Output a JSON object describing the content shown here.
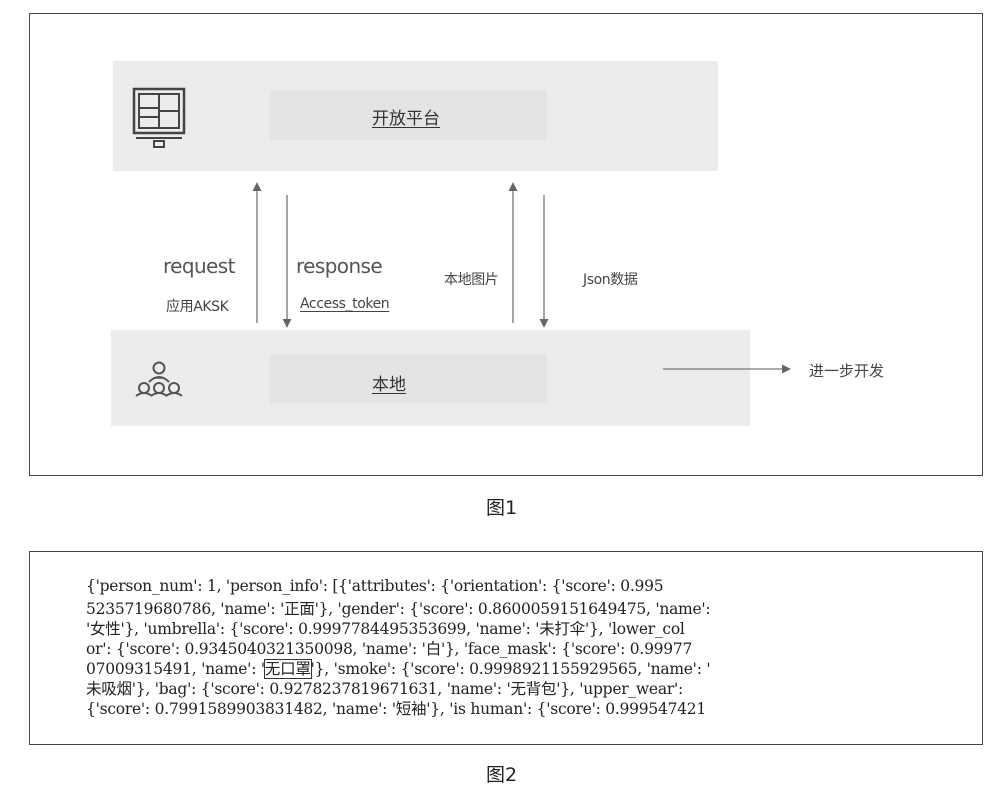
{
  "figure1": {
    "caption": "图1",
    "platform_label": "开放平台",
    "local_label": "本地",
    "request_label": "request",
    "request_sub": "应用AKSK",
    "response_label": "response",
    "response_sub": "Access_token",
    "local_image_label": "本地图片",
    "json_label": "Json数据",
    "next_step_label": "进一步开发",
    "icons": [
      "monitor-icon",
      "people-group-icon"
    ]
  },
  "figure2": {
    "caption": "图2",
    "lines": [
      {
        "text": "{'person_num': 1, 'person_info': [{'attributes': {'orientation': {'score': 0.995"
      },
      {
        "text": "5235719680786, 'name': '正面'}, 'gender': {'score': 0.8600059151649475, 'name':"
      },
      {
        "text": "'女性'}, 'umbrella': {'score': 0.9997784495353699, 'name': '未打伞'}, 'lower_col"
      },
      {
        "text": "or': {'score': 0.9345040321350098, 'name': '白'}, 'face_mask': {'score': 0.99977"
      },
      {
        "pre": "07009315491, 'name': '",
        "highlight": "无口罩",
        "post": "'}, 'smoke': {'score': 0.9998921155929565, 'name': '"
      },
      {
        "text": "未吸烟'}, 'bag': {'score': 0.9278237819671631, 'name': '无背包'}, 'upper_wear':"
      },
      {
        "text": "{'score': 0.7991589903831482, 'name': '短袖'}, 'is human': {'score': 0.999547421"
      }
    ]
  }
}
